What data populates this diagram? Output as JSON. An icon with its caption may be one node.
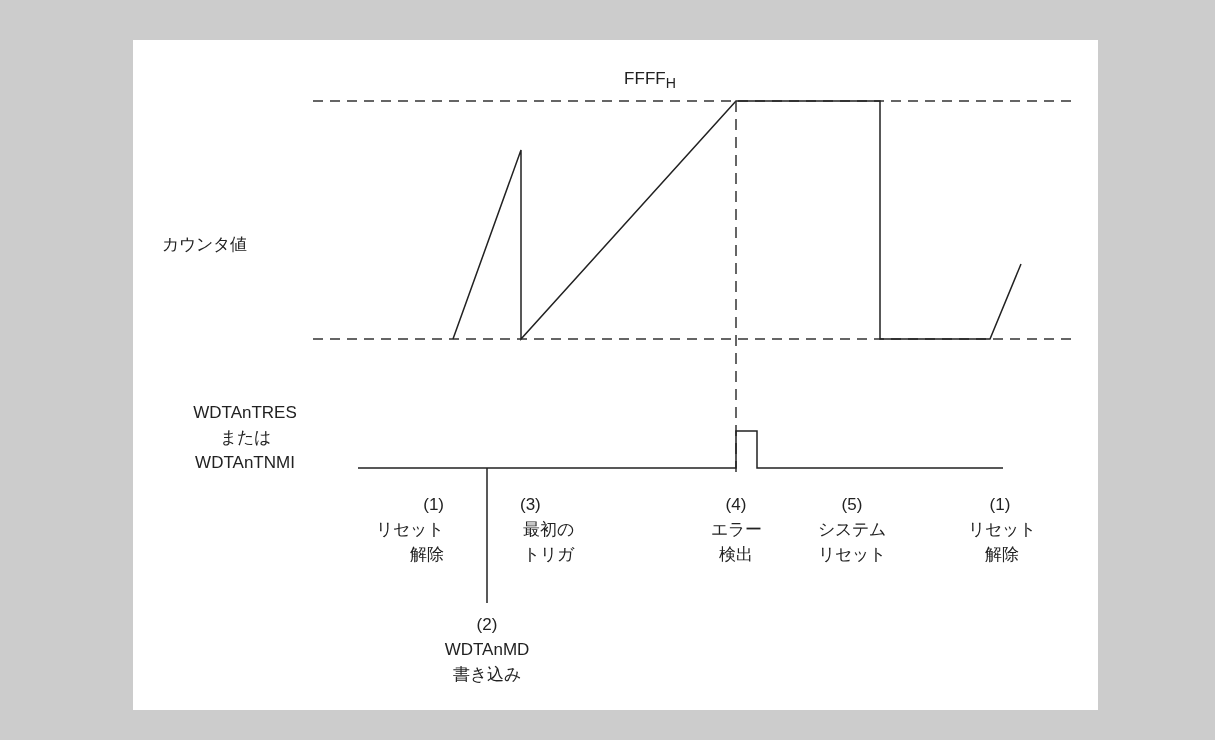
{
  "diagram": {
    "labels": [
      "FFFF$_{H}$",
      "カウンタ値",
      "WDTAnTRES または WDTAnTNMI",
      "(1)",
      "リセット解除",
      "(3)",
      "最初のトリガ",
      "(4)",
      "エラー検出",
      "(5)",
      "システムリセット",
      "(1)",
      "リセット解除",
      "(2)",
      "WDTAnMD 書き込み"
    ]
  }
}
